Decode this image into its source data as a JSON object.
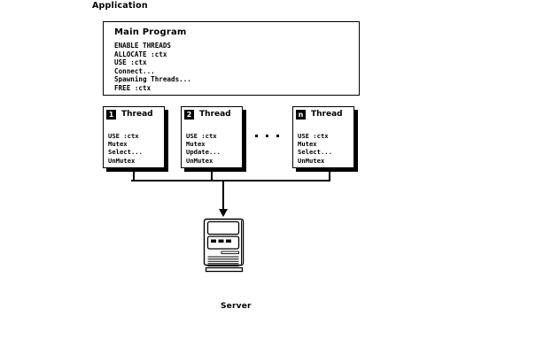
{
  "diagram": {
    "caption": "Application",
    "main_program": {
      "title": "Main Program",
      "code": "ENABLE THREADS\nALLOCATE :ctx\nUSE :ctx\nConnect...\nSpawning Threads...\nFREE :ctx"
    },
    "threads": [
      {
        "badge": "1",
        "title": "Thread",
        "code": "USE :ctx\nMutex\nSelect...\nUnMutex"
      },
      {
        "badge": "2",
        "title": "Thread",
        "code": "USE :ctx\nMutex\nUpdate...\nUnMutex"
      },
      {
        "badge": "n",
        "title": "Thread",
        "code": "USE :ctx\nMutex\nSelect...\nUnMutex"
      }
    ],
    "ellipsis": "...",
    "server": {
      "label": "Server",
      "icon": "server-tower-icon"
    },
    "colors": {
      "ink": "#000000",
      "paper": "#ffffff"
    }
  }
}
